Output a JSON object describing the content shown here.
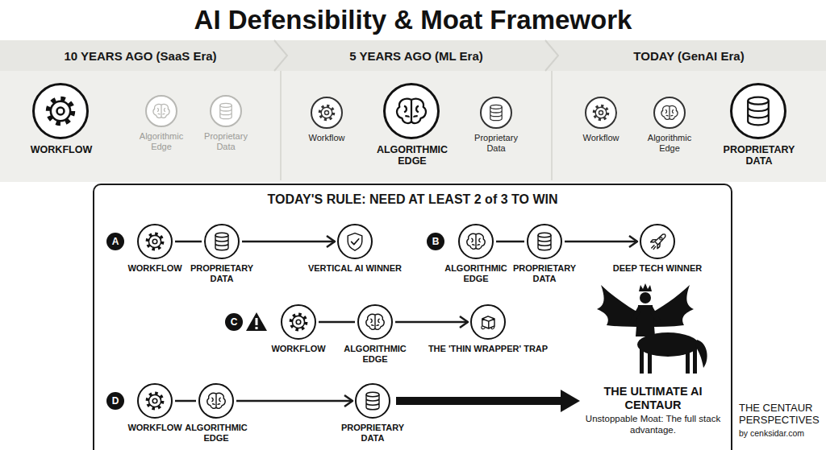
{
  "diagram": {
    "title": "AI Defensibility & Moat Framework",
    "nodes": [
      {
        "text": [
          "10 YEARS AGO (SaaS Era)"
        ]
      },
      {
        "text": [
          "WORKFLOW"
        ],
        "in": 0
      },
      {
        "text": [
          "Algorithmic Edge"
        ],
        "in": 0
      },
      {
        "text": [
          "Proprietary Data"
        ],
        "in": 0
      },
      {
        "text": [
          "5 YEARS AGO (ML Era)"
        ]
      },
      {
        "text": [
          "Workflow"
        ],
        "in": 4
      },
      {
        "text": [
          "ALGORITHMIC EDGE"
        ],
        "in": 4
      },
      {
        "text": [
          "Proprietary Data"
        ],
        "in": 4
      },
      {
        "text": [
          "TODAY (GenAI Era)"
        ]
      },
      {
        "text": [
          "Workflow"
        ],
        "in": 8
      },
      {
        "text": [
          "Algorithmic Edge"
        ],
        "in": 8
      },
      {
        "text": [
          "PROPRIETARY DATA"
        ],
        "in": 8
      },
      {
        "text": [
          "TODAY'S RULE: NEED AT LEAST 2 of 3 TO WIN"
        ]
      },
      {
        "text": [
          "WORKFLOW"
        ],
        "in": 12
      },
      {
        "text": [
          "PROPRIETARY DATA"
        ],
        "in": 12
      },
      {
        "text": [
          "VERTICAL AI WINNER"
        ],
        "in": 12
      },
      {
        "text": [
          "ALGORITHMIC EDGE"
        ],
        "in": 12
      },
      {
        "text": [
          "PROPRIETARY DATA"
        ],
        "in": 12
      },
      {
        "text": [
          "DEEP TECH WINNER"
        ],
        "in": 12
      },
      {
        "text": [
          "WORKFLOW"
        ],
        "in": 12
      },
      {
        "text": [
          "ALGORITHMIC EDGE"
        ],
        "in": 12
      },
      {
        "text": [
          "THE 'THIN WRAPPER' TRAP"
        ],
        "in": 12
      },
      {
        "text": [
          "WORKFLOW"
        ],
        "in": 12
      },
      {
        "text": [
          "ALGORITHMIC EDGE"
        ],
        "in": 12
      },
      {
        "text": [
          "PROPRIETARY DATA"
        ],
        "in": 12
      },
      {
        "text": [
          "THE ULTIMATE AI CENTAUR",
          "Unstoppable Moat: The full stack advantage."
        ],
        "in": 12
      }
    ],
    "edges": [
      {
        "from": 13,
        "to": 14,
        "arrow": "none"
      },
      {
        "from": 14,
        "to": 15,
        "arrow": "to"
      },
      {
        "from": 16,
        "to": 17,
        "arrow": "none"
      },
      {
        "from": 17,
        "to": 18,
        "arrow": "to"
      },
      {
        "from": 19,
        "to": 20,
        "arrow": "none"
      },
      {
        "from": 20,
        "to": 21,
        "arrow": "to"
      },
      {
        "from": 22,
        "to": 23,
        "arrow": "none"
      },
      {
        "from": 23,
        "to": 24,
        "arrow": "to"
      },
      {
        "from": 24,
        "to": 25,
        "arrow": "to"
      }
    ],
    "labels": [
      "A",
      "B",
      "C",
      "D",
      "THE CENTAUR PERSPECTIVES",
      "by cenksidar.com"
    ]
  }
}
